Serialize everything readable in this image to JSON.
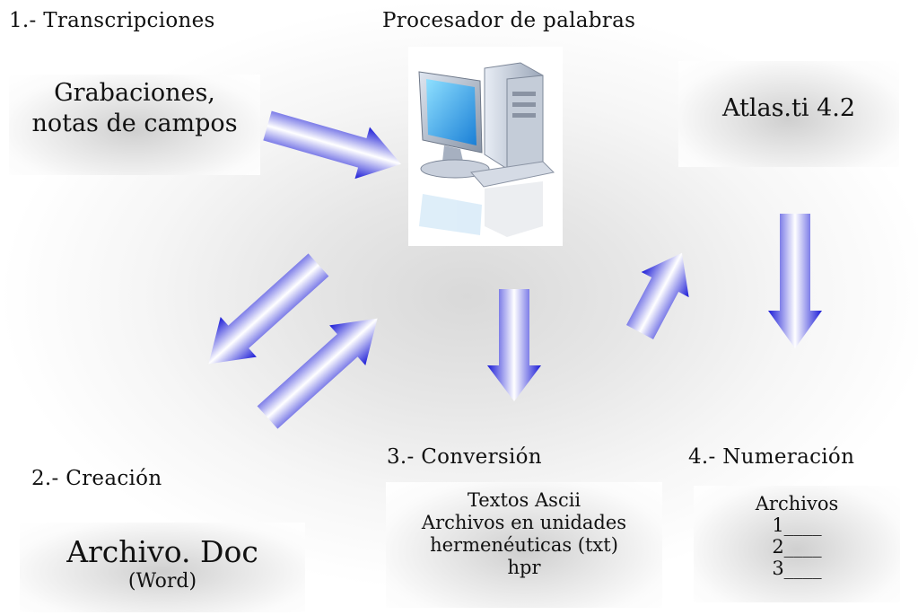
{
  "titles": {
    "transcripciones": "1.- Transcripciones",
    "procesador": "Procesador de palabras",
    "creacion": "2.- Creación",
    "conversion": "3.- Conversión",
    "numeracion": "4.- Numeración"
  },
  "boxes": {
    "grabaciones": {
      "line1": "Grabaciones,",
      "line2": "notas de campos"
    },
    "atlas": {
      "text": "Atlas.ti 4.2"
    },
    "archivo_doc": {
      "line1": "Archivo. Doc",
      "line2": "(Word)"
    },
    "conversion": {
      "line1": "Textos Ascii",
      "line2": "Archivos en unidades",
      "line3": "hermenéuticas (txt)",
      "line4": "hpr"
    },
    "numeracion": {
      "line1": "Archivos",
      "line2": "1____",
      "line3": "2____",
      "line4": "3____"
    }
  },
  "icons": {
    "computer": "desktop-computer-icon",
    "arrow": "gradient-arrow-icon"
  },
  "colors": {
    "arrow_dark": "#1a1ad6",
    "arrow_light": "#ffffff"
  }
}
